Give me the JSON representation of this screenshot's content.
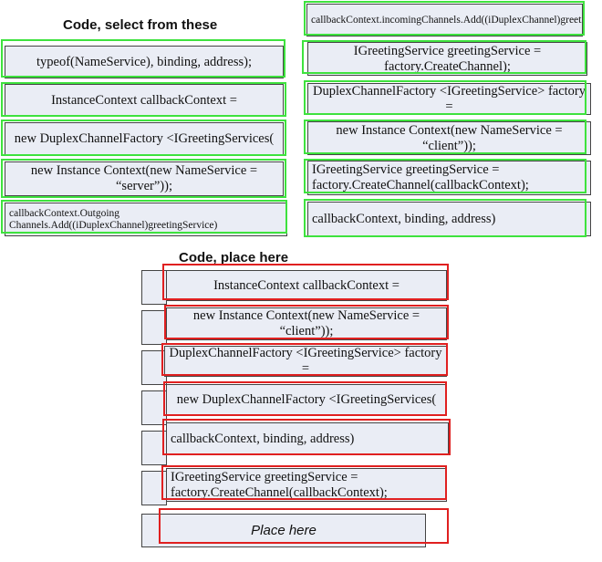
{
  "headings": {
    "select": "Code, select from these",
    "place": "Code, place here"
  },
  "select_left": [
    "typeof(NameService), binding, address);",
    "InstanceContext callbackContext =",
    "new DuplexChannelFactory <IGreetingServices(",
    "new Instance Context(new NameService = “server”));",
    "callbackContext.Outgoing Channels.Add((iDuplexChannel)greetingService)"
  ],
  "select_right": [
    "callbackContext.incomingChannels.Add((iDuplexChannel)greetingService)",
    "IGreetingService greetingService = factory.CreateChannel);",
    "DuplexChannelFactory <IGreetingService> factory =",
    "new Instance Context(new NameService = “client”));",
    "IGreetingService greetingService = factory.CreateChannel(callbackContext);",
    "callbackContext, binding, address)"
  ],
  "placed": [
    "InstanceContext callbackContext =",
    "new Instance Context(new NameService = “client”));",
    "DuplexChannelFactory <IGreetingService> factory =",
    "new DuplexChannelFactory <IGreetingServices(",
    "callbackContext, binding, address)",
    "IGreetingService greetingService = factory.CreateChannel(callbackContext);",
    "Place here"
  ],
  "colors": {
    "card_fill": "#eaedf5",
    "select_highlight": "#3ee23e",
    "placed_highlight": "#e02020"
  }
}
